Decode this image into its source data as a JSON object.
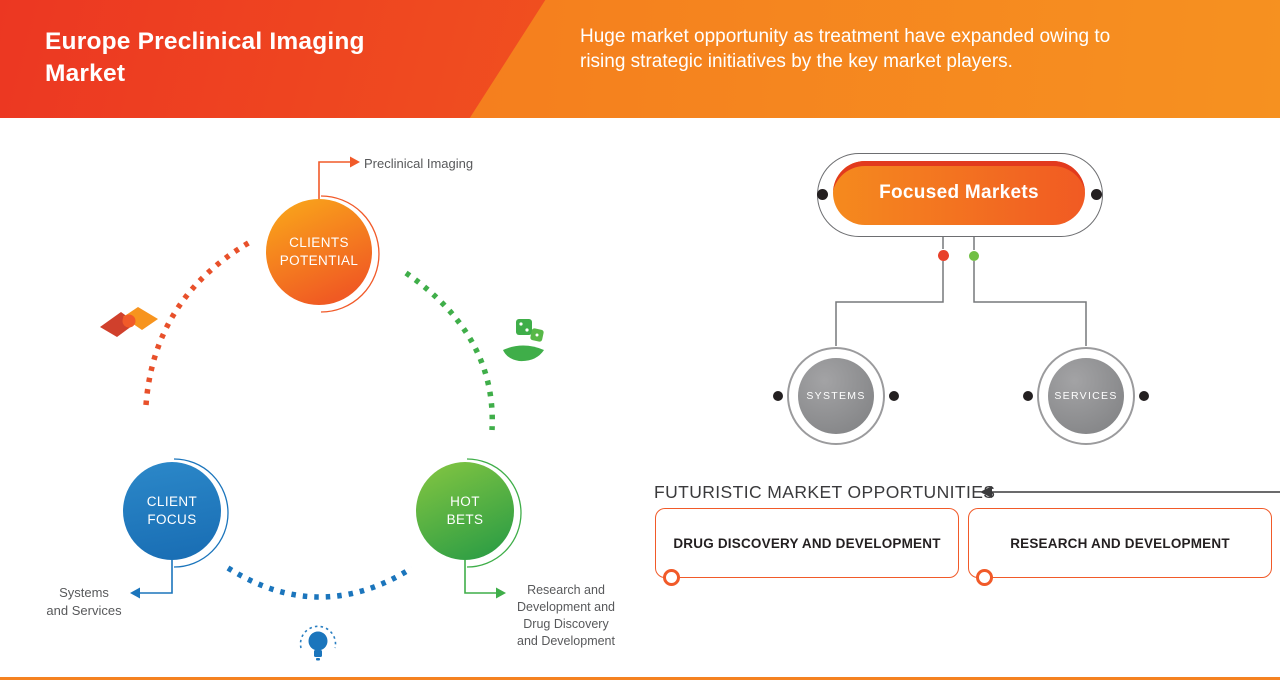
{
  "header": {
    "title": "Europe Preclinical  Imaging\nMarket",
    "subtitle": "Huge market opportunity as treatment have expanded owing to\nrising strategic initiatives by the key market players."
  },
  "cycle": {
    "top": {
      "label": "CLIENTS\nPOTENTIAL",
      "callout": "Preclinical Imaging"
    },
    "left": {
      "label": "CLIENT\nFOCUS",
      "callout": "Systems\nand Services"
    },
    "right": {
      "label": "HOT\nBETS",
      "callout": "Research and\nDevelopment and\nDrug Discovery\nand Development"
    }
  },
  "focused_markets": {
    "title": "Focused Markets",
    "children": [
      {
        "label": "SYSTEMS"
      },
      {
        "label": "SERVICES"
      }
    ]
  },
  "opportunities": {
    "heading": "FUTURISTIC MARKET OPPORTUNITIES",
    "items": [
      {
        "label": "DRUG DISCOVERY AND DEVELOPMENT"
      },
      {
        "label": "RESEARCH AND DEVELOPMENT"
      }
    ]
  },
  "icons": {
    "handshake": "handshake-icon",
    "dice_hand": "dice-hand-icon",
    "lightbulb": "lightbulb-icon"
  },
  "colors": {
    "brand_orange": "#f15a29",
    "brand_red": "#e53a24",
    "blue": "#1b75bc",
    "green": "#3fae49",
    "gray": "#8e8e8e",
    "dark_text": "#414042"
  }
}
